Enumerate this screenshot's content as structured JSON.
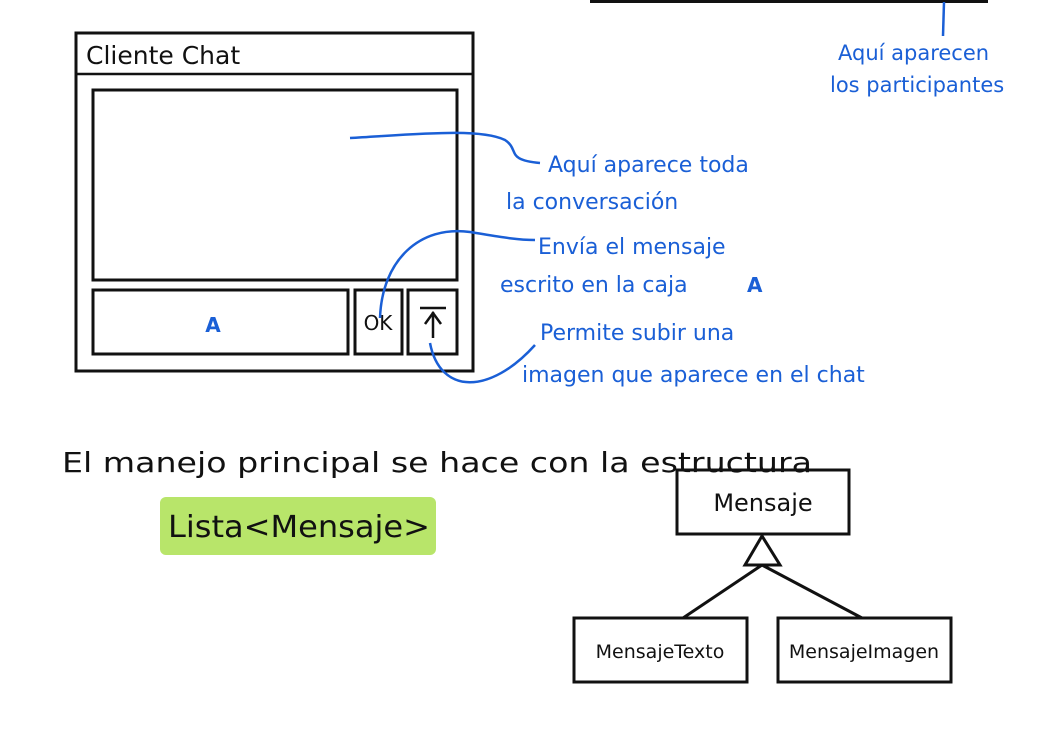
{
  "window": {
    "title": "Cliente Chat",
    "input_label": "A",
    "ok_label": "OK",
    "upload_icon": "upload-arrow-icon"
  },
  "annotations": {
    "participants_line1": "Aquí aparecen",
    "participants_line2": "los participantes",
    "conversation_line1": "Aquí aparece toda",
    "conversation_line2": "la conversación",
    "send_line1": "Envía el mensaje",
    "send_line2_text": "escrito en la caja",
    "send_line2_ref": "A",
    "upload_line1": "Permite subir una",
    "upload_line2": "imagen que aparece en el chat"
  },
  "notes": {
    "main_sentence": "El manejo principal se hace con la estructura",
    "highlight": "Lista<Mensaje>"
  },
  "uml": {
    "parent": "Mensaje",
    "child_text": "MensajeTexto",
    "child_image": "MensajeImagen"
  },
  "colors": {
    "ink": "#111111",
    "annotation_blue": "#1a5fd6",
    "highlight_green": "#b8e56a"
  }
}
